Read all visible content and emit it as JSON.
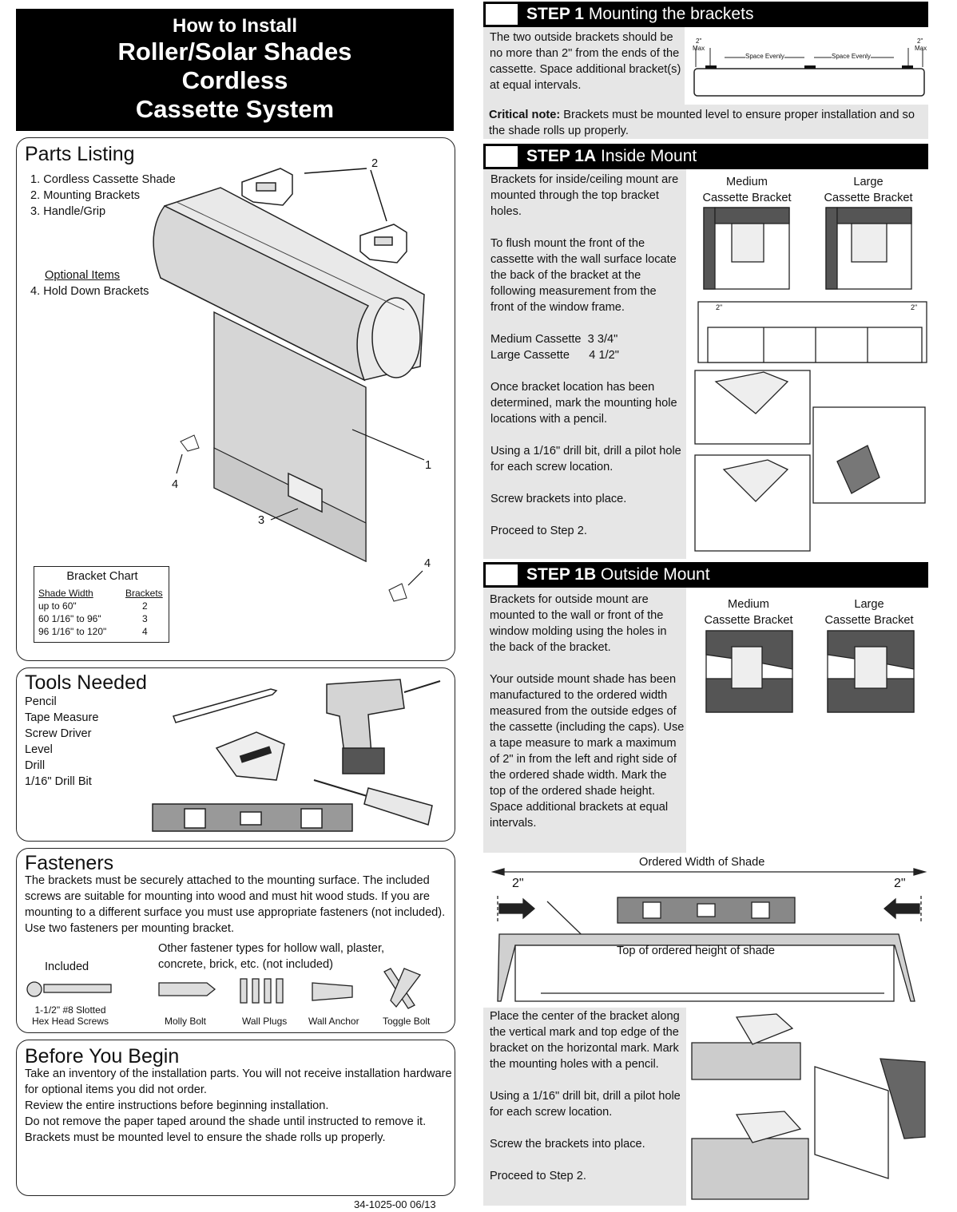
{
  "title": {
    "line1": "How to Install",
    "line2": "Roller/Solar Shades",
    "line3": "Cordless",
    "line4": "Cassette System"
  },
  "parts": {
    "heading": "Parts Listing",
    "items": [
      "1. Cordless Cassette Shade",
      "2. Mounting Brackets",
      "3. Handle/Grip"
    ],
    "optional_label": "Optional Items",
    "optional_item": "4. Hold Down Brackets",
    "callouts": [
      "1",
      "2",
      "3",
      "4",
      "4"
    ]
  },
  "bracket_chart": {
    "title": "Bracket Chart",
    "headers": [
      "Shade Width",
      "Brackets"
    ],
    "rows": [
      [
        "up to 60\"",
        "2"
      ],
      [
        "60 1/16\" to 96\"",
        "3"
      ],
      [
        "96 1/16\" to 120\"",
        "4"
      ]
    ]
  },
  "tools": {
    "heading": "Tools Needed",
    "items": [
      "Pencil",
      "Tape Measure",
      "Screw Driver",
      "Level",
      "Drill",
      "1/16\" Drill Bit"
    ]
  },
  "fasteners": {
    "heading": "Fasteners",
    "body": "The brackets must be securely attached to the mounting surface. The included screws are suitable for mounting into wood and must hit wood studs. If you are mounting to a different surface you must use appropriate fasteners (not included). Use two fasteners per mounting bracket.",
    "included": "Included",
    "other": "Other fastener types for hollow wall, plaster, concrete, brick, etc. (not included)",
    "screw_l1": "1-1/2\" #8  Slotted",
    "screw_l2": "Hex Head Screws",
    "types": [
      "Molly Bolt",
      "Wall Plugs",
      "Wall Anchor",
      "Toggle Bolt"
    ]
  },
  "before": {
    "heading": "Before You Begin",
    "lines": [
      "Take an inventory of the installation parts. You will not receive installation hardware for optional items you did not order.",
      "Review the entire instructions before beginning installation.",
      "Do not remove the paper taped around the shade until instructed to remove it.",
      "Brackets must be mounted level to ensure the shade rolls up properly."
    ]
  },
  "doc_code": "34-1025-00 06/13",
  "step1": {
    "num": "STEP 1",
    "title": "Mounting the brackets",
    "body": "The two outside brackets should be no more than 2\" from the ends of the cassette. Space additional bracket(s) at equal intervals.",
    "note_bold": "Critical note:",
    "note": " Brackets must be mounted level to ensure proper installation and so the shade rolls up properly.",
    "dim_2": "2\"",
    "dim_max": "Max",
    "space": "Space Evenly"
  },
  "step1a": {
    "num": "STEP 1A",
    "title": "Inside Mount",
    "p1": "Brackets for inside/ceiling mount are mounted through the top bracket holes.",
    "p2": "To flush mount the front of the cassette with the wall surface locate the back of the bracket at the following measurement from the front of the window frame.",
    "m1": "Medium Cassette  3 3/4\"",
    "m2": "Large Cassette      4 1/2\"",
    "p3": "Once bracket location has been determined, mark the mounting hole locations with a pencil.",
    "p4": "Using a 1/16\" drill bit, drill a pilot hole for each screw location.",
    "p5": "Screw brackets into place.",
    "p6": "Proceed to Step 2.",
    "med": "Medium",
    "large": "Large",
    "cb": "Cassette Bracket",
    "two": "2\""
  },
  "step1b": {
    "num": "STEP 1B",
    "title": "Outside Mount",
    "p1": "Brackets for outside mount are mounted to the wall or front of the window molding using the holes in the back of the bracket.",
    "p2": "Your outside mount shade has been manufactured to the ordered width measured from the outside edges of the cassette (including the caps). Use a tape measure to mark a maximum of 2\" in from the left and right side of the ordered shade width. Mark the top of the ordered shade height. Space additional brackets at equal intervals.",
    "ordered": "Ordered Width of Shade",
    "two": "2\"",
    "top": "Top of ordered height of shade",
    "p3": "Place the center of the bracket along the vertical mark and top edge of the bracket on the horizontal mark. Mark the mounting holes with a pencil.",
    "p4": "Using a 1/16\" drill bit, drill a pilot hole for each screw location.",
    "p5": "Screw the brackets into place.",
    "p6": "Proceed to Step 2."
  }
}
